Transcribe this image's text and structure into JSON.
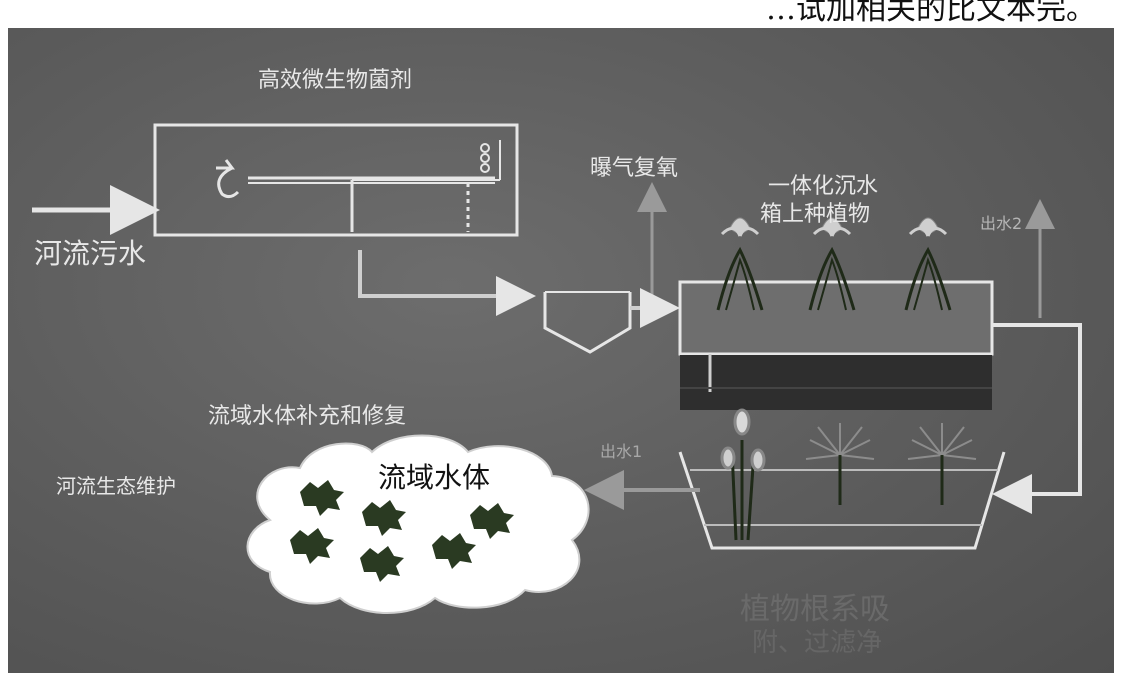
{
  "top_caption": "…试加相关的比文本完。",
  "labels": {
    "microbe_agent": "高效微生物菌剂",
    "river_sewage": "河流污水",
    "aeration": "曝气复氧",
    "integrated_tank": "一体化沉水",
    "tank_plants": "箱上种植物",
    "outlet_2": "出水2",
    "outlet_1": "出水1",
    "basin_replenish": "流域水体补充和修复",
    "river_maintenance": "河流生态维护",
    "basin_water": "流域水体",
    "plant_absorb_1": "植物根系吸",
    "plant_absorb_2": "附、过滤净"
  },
  "colors": {
    "background": "#5e5e5e",
    "line": "#e6e6e6",
    "plant_green": "#1e2a18"
  }
}
